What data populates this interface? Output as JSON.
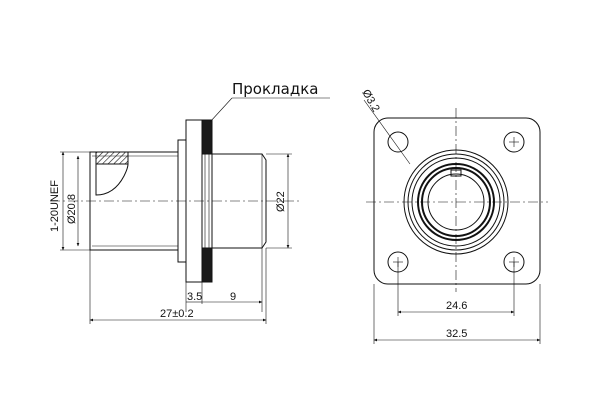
{
  "labels": {
    "gasket": "Прокладка"
  },
  "side_view": {
    "thread": "1-20UNEF",
    "dia_small": "Ø20.8",
    "dia_large": "Ø22",
    "dim_flange": "3.5",
    "dim_body": "9",
    "dim_total": "27±0.2"
  },
  "front_view": {
    "hole_dia": "Ø3.2",
    "hole_spacing": "24.6",
    "flange_width": "32.5"
  }
}
